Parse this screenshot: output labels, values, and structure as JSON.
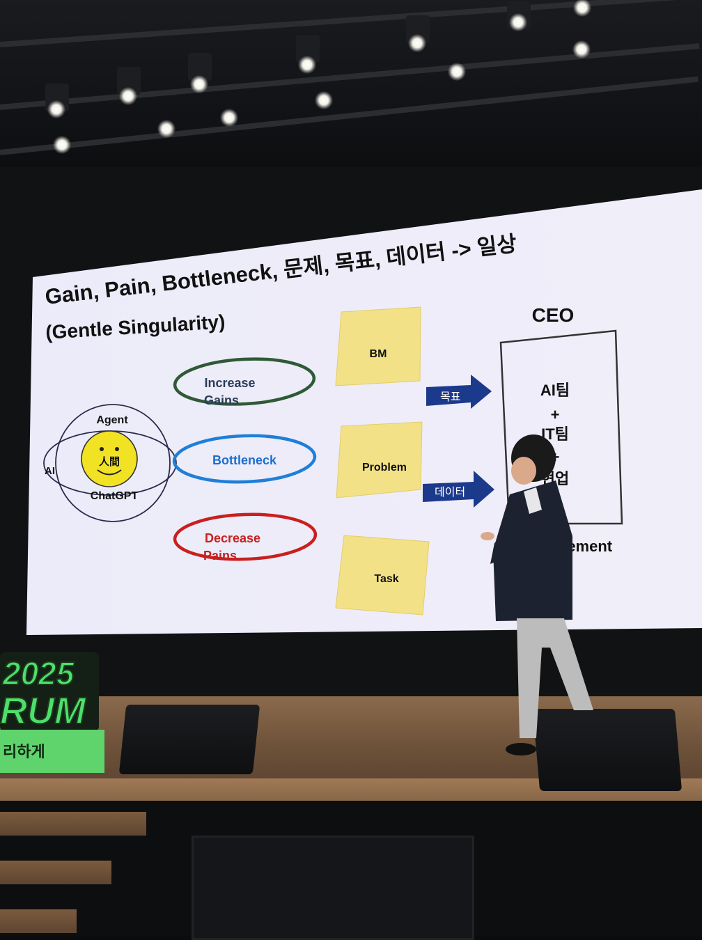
{
  "slide": {
    "title_line1": "Gain, Pain, Bottleneck, 문제, 목표, 데이터 -> 일상",
    "subtitle": "(Gentle Singularity)",
    "venn": {
      "agent": "Agent",
      "ai": "AI",
      "chatgpt": "ChatGPT",
      "center": "人間"
    },
    "ovals": {
      "increase_line1": "Increase",
      "increase_line2": "Gains",
      "bottleneck": "Bottleneck",
      "decrease_line1": "Decrease",
      "decrease_line2": "Pains"
    },
    "notes": {
      "bm": "BM",
      "problem": "Problem",
      "task": "Task"
    },
    "arrows": {
      "goal": "목표",
      "data": "데이터"
    },
    "ceo": {
      "label": "CEO",
      "ai_team": "AI팀",
      "plus1": "+",
      "it_team": "IT팀",
      "plus2": "+",
      "field": "현업",
      "management": "gement"
    }
  },
  "sign": {
    "year": "2025",
    "word": "RUM",
    "tagline": "리하게"
  },
  "colors": {
    "increase_oval": "#2e5a36",
    "bottleneck_oval": "#1f7fd8",
    "decrease_oval": "#c8201f",
    "arrow_blue": "#1c3a8c",
    "sticky_note": "#f3e188",
    "smiley": "#f2e224",
    "sign_green": "#4ee06a",
    "slide_bg": "#eceaf8"
  }
}
